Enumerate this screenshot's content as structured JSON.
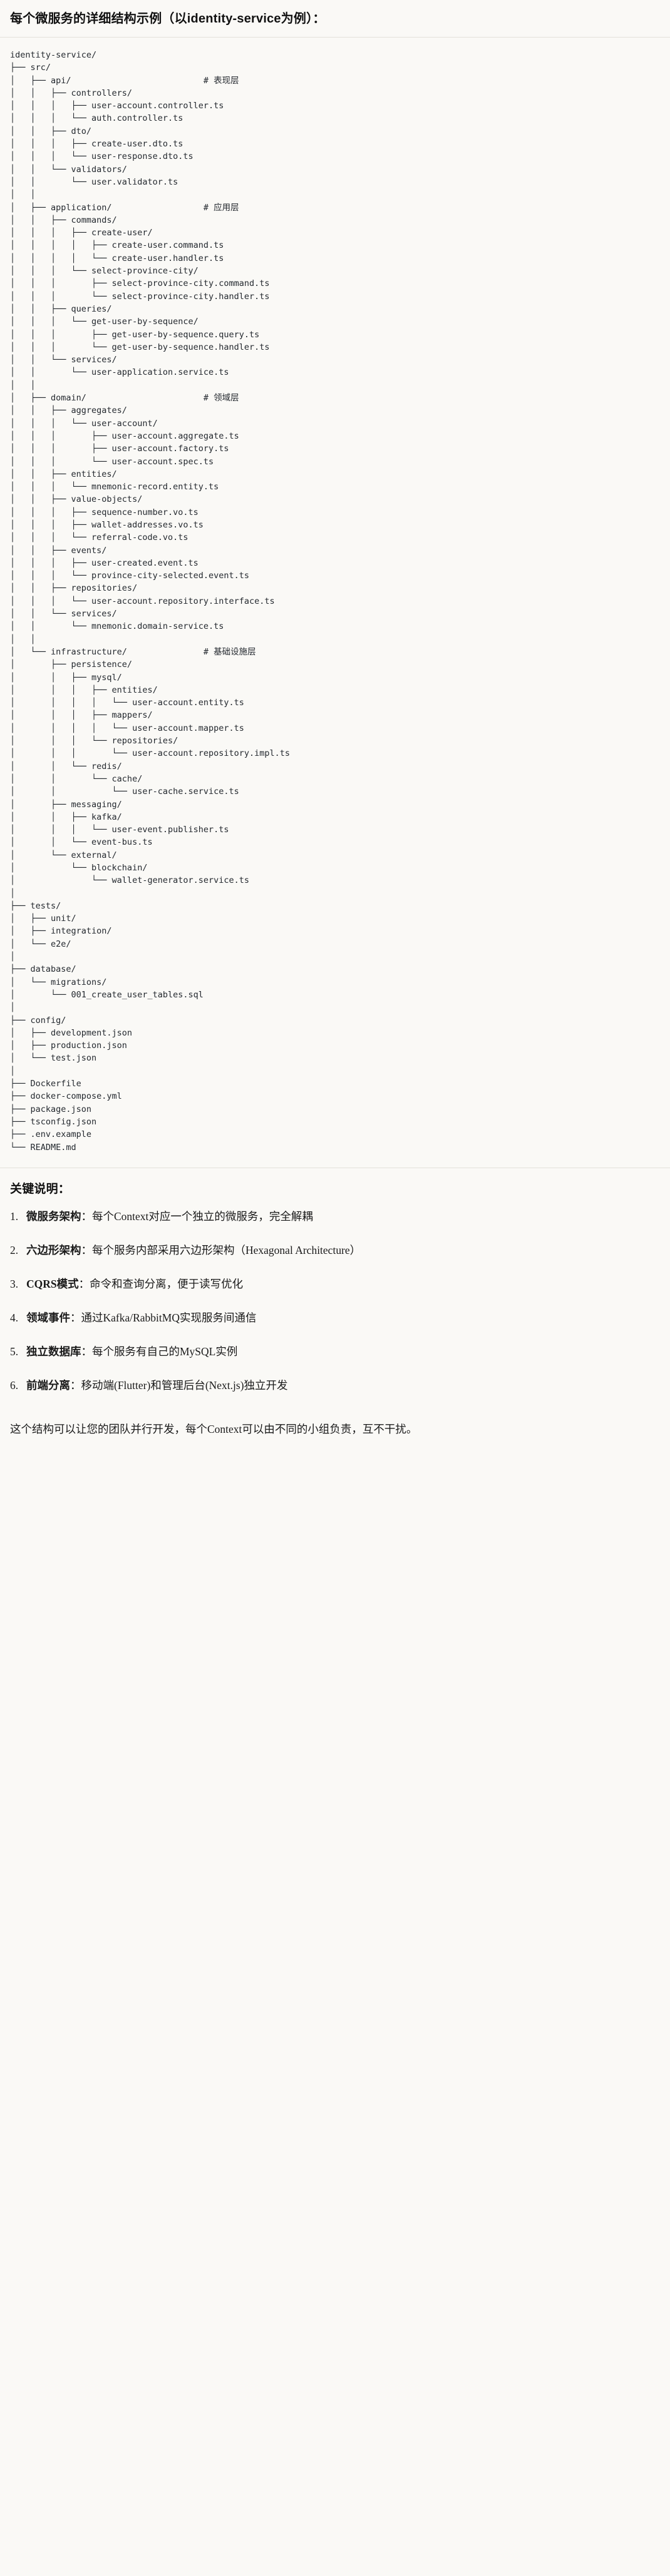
{
  "heading": "每个微服务的详细结构示例（以identity-service为例）：",
  "tree": {
    "root_label": "identity-service/",
    "lines": [
      "identity-service/",
      "├── src/",
      "│   ├── api/                          # 表现层",
      "│   │   ├── controllers/",
      "│   │   │   ├── user-account.controller.ts",
      "│   │   │   └── auth.controller.ts",
      "│   │   ├── dto/",
      "│   │   │   ├── create-user.dto.ts",
      "│   │   │   └── user-response.dto.ts",
      "│   │   └── validators/",
      "│   │       └── user.validator.ts",
      "│   │",
      "│   ├── application/                  # 应用层",
      "│   │   ├── commands/",
      "│   │   │   ├── create-user/",
      "│   │   │   │   ├── create-user.command.ts",
      "│   │   │   │   └── create-user.handler.ts",
      "│   │   │   └── select-province-city/",
      "│   │   │       ├── select-province-city.command.ts",
      "│   │   │       └── select-province-city.handler.ts",
      "│   │   ├── queries/",
      "│   │   │   └── get-user-by-sequence/",
      "│   │   │       ├── get-user-by-sequence.query.ts",
      "│   │   │       └── get-user-by-sequence.handler.ts",
      "│   │   └── services/",
      "│   │       └── user-application.service.ts",
      "│   │",
      "│   ├── domain/                       # 领域层",
      "│   │   ├── aggregates/",
      "│   │   │   └── user-account/",
      "│   │   │       ├── user-account.aggregate.ts",
      "│   │   │       ├── user-account.factory.ts",
      "│   │   │       └── user-account.spec.ts",
      "│   │   ├── entities/",
      "│   │   │   └── mnemonic-record.entity.ts",
      "│   │   ├── value-objects/",
      "│   │   │   ├── sequence-number.vo.ts",
      "│   │   │   ├── wallet-addresses.vo.ts",
      "│   │   │   └── referral-code.vo.ts",
      "│   │   ├── events/",
      "│   │   │   ├── user-created.event.ts",
      "│   │   │   └── province-city-selected.event.ts",
      "│   │   ├── repositories/",
      "│   │   │   └── user-account.repository.interface.ts",
      "│   │   └── services/",
      "│   │       └── mnemonic.domain-service.ts",
      "│   │",
      "│   └── infrastructure/               # 基础设施层",
      "│       ├── persistence/",
      "│       │   ├── mysql/",
      "│       │   │   ├── entities/",
      "│       │   │   │   └── user-account.entity.ts",
      "│       │   │   ├── mappers/",
      "│       │   │   │   └── user-account.mapper.ts",
      "│       │   │   └── repositories/",
      "│       │   │       └── user-account.repository.impl.ts",
      "│       │   └── redis/",
      "│       │       └── cache/",
      "│       │           └── user-cache.service.ts",
      "│       ├── messaging/",
      "│       │   ├── kafka/",
      "│       │   │   └── user-event.publisher.ts",
      "│       │   └── event-bus.ts",
      "│       └── external/",
      "│           └── blockchain/",
      "│               └── wallet-generator.service.ts",
      "│",
      "├── tests/",
      "│   ├── unit/",
      "│   ├── integration/",
      "│   └── e2e/",
      "│",
      "├── database/",
      "│   └── migrations/",
      "│       └── 001_create_user_tables.sql",
      "│",
      "├── config/",
      "│   ├── development.json",
      "│   ├── production.json",
      "│   └── test.json",
      "│",
      "├── Dockerfile",
      "├── docker-compose.yml",
      "├── package.json",
      "├── tsconfig.json",
      "├── .env.example",
      "└── README.md"
    ]
  },
  "notes": {
    "title": "关键说明：",
    "items": [
      {
        "term": "微服务架构",
        "sep": "：",
        "text": "每个Context对应一个独立的微服务，完全解耦"
      },
      {
        "term": "六边形架构",
        "sep": "：",
        "text": "每个服务内部采用六边形架构（Hexagonal Architecture）"
      },
      {
        "term": "CQRS模式",
        "sep": "：",
        "text": "命令和查询分离，便于读写优化"
      },
      {
        "term": "领域事件",
        "sep": "：",
        "text": "通过Kafka/RabbitMQ实现服务间通信"
      },
      {
        "term": "独立数据库",
        "sep": "：",
        "text": "每个服务有自己的MySQL实例"
      },
      {
        "term": "前端分离",
        "sep": "：",
        "text": "移动端(Flutter)和管理后台(Next.js)独立开发"
      }
    ]
  },
  "closing": "这个结构可以让您的团队并行开发，每个Context可以由不同的小组负责，互不干扰。"
}
